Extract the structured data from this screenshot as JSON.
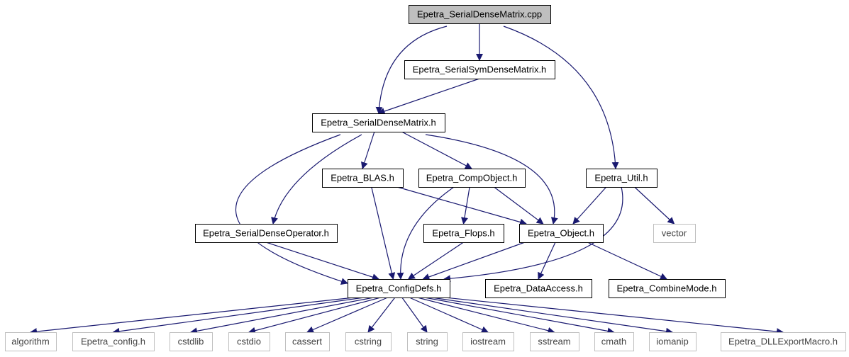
{
  "title": "Epetra_SerialDenseMatrix.cpp",
  "colors": {
    "edge": "#191970",
    "root_fill": "#bfbfbf",
    "node_border": "#000000",
    "external_border": "#bfbfbf",
    "background": "#ffffff"
  },
  "nodes": [
    {
      "id": "n_cpp",
      "label": "Epetra_SerialDenseMatrix.cpp",
      "kind": "root"
    },
    {
      "id": "n_symh",
      "label": "Epetra_SerialSymDenseMatrix.h",
      "kind": "header"
    },
    {
      "id": "n_sdmh",
      "label": "Epetra_SerialDenseMatrix.h",
      "kind": "header"
    },
    {
      "id": "n_util",
      "label": "Epetra_Util.h",
      "kind": "header"
    },
    {
      "id": "n_blas",
      "label": "Epetra_BLAS.h",
      "kind": "header"
    },
    {
      "id": "n_comp",
      "label": "Epetra_CompObject.h",
      "kind": "header"
    },
    {
      "id": "n_sdop",
      "label": "Epetra_SerialDenseOperator.h",
      "kind": "header"
    },
    {
      "id": "n_flops",
      "label": "Epetra_Flops.h",
      "kind": "header"
    },
    {
      "id": "n_obj",
      "label": "Epetra_Object.h",
      "kind": "header"
    },
    {
      "id": "n_vector",
      "label": "vector",
      "kind": "external"
    },
    {
      "id": "n_cfg",
      "label": "Epetra_ConfigDefs.h",
      "kind": "header"
    },
    {
      "id": "n_da",
      "label": "Epetra_DataAccess.h",
      "kind": "header"
    },
    {
      "id": "n_cm",
      "label": "Epetra_CombineMode.h",
      "kind": "header"
    },
    {
      "id": "n_algorithm",
      "label": "algorithm",
      "kind": "external"
    },
    {
      "id": "n_config",
      "label": "Epetra_config.h",
      "kind": "external"
    },
    {
      "id": "n_cstdlib",
      "label": "cstdlib",
      "kind": "external"
    },
    {
      "id": "n_cstdio",
      "label": "cstdio",
      "kind": "external"
    },
    {
      "id": "n_cassert",
      "label": "cassert",
      "kind": "external"
    },
    {
      "id": "n_cstring",
      "label": "cstring",
      "kind": "external"
    },
    {
      "id": "n_string",
      "label": "string",
      "kind": "external"
    },
    {
      "id": "n_iostream",
      "label": "iostream",
      "kind": "external"
    },
    {
      "id": "n_sstream",
      "label": "sstream",
      "kind": "external"
    },
    {
      "id": "n_cmath",
      "label": "cmath",
      "kind": "external"
    },
    {
      "id": "n_iomanip",
      "label": "iomanip",
      "kind": "external"
    },
    {
      "id": "n_dll",
      "label": "Epetra_DLLExportMacro.h",
      "kind": "external"
    }
  ],
  "edges": [
    [
      "n_cpp",
      "n_sdmh"
    ],
    [
      "n_cpp",
      "n_symh"
    ],
    [
      "n_cpp",
      "n_util"
    ],
    [
      "n_symh",
      "n_sdmh"
    ],
    [
      "n_sdmh",
      "n_cfg"
    ],
    [
      "n_sdmh",
      "n_sdop"
    ],
    [
      "n_sdmh",
      "n_blas"
    ],
    [
      "n_sdmh",
      "n_comp"
    ],
    [
      "n_sdmh",
      "n_obj"
    ],
    [
      "n_blas",
      "n_cfg"
    ],
    [
      "n_blas",
      "n_obj"
    ],
    [
      "n_comp",
      "n_cfg"
    ],
    [
      "n_comp",
      "n_flops"
    ],
    [
      "n_comp",
      "n_obj"
    ],
    [
      "n_util",
      "n_obj"
    ],
    [
      "n_util",
      "n_cfg"
    ],
    [
      "n_util",
      "n_vector"
    ],
    [
      "n_sdop",
      "n_cfg"
    ],
    [
      "n_flops",
      "n_cfg"
    ],
    [
      "n_obj",
      "n_cfg"
    ],
    [
      "n_obj",
      "n_da"
    ],
    [
      "n_obj",
      "n_cm"
    ],
    [
      "n_cfg",
      "n_algorithm"
    ],
    [
      "n_cfg",
      "n_config"
    ],
    [
      "n_cfg",
      "n_cstdlib"
    ],
    [
      "n_cfg",
      "n_cstdio"
    ],
    [
      "n_cfg",
      "n_cassert"
    ],
    [
      "n_cfg",
      "n_cstring"
    ],
    [
      "n_cfg",
      "n_string"
    ],
    [
      "n_cfg",
      "n_iostream"
    ],
    [
      "n_cfg",
      "n_sstream"
    ],
    [
      "n_cfg",
      "n_cmath"
    ],
    [
      "n_cfg",
      "n_iomanip"
    ],
    [
      "n_cfg",
      "n_dll"
    ]
  ]
}
